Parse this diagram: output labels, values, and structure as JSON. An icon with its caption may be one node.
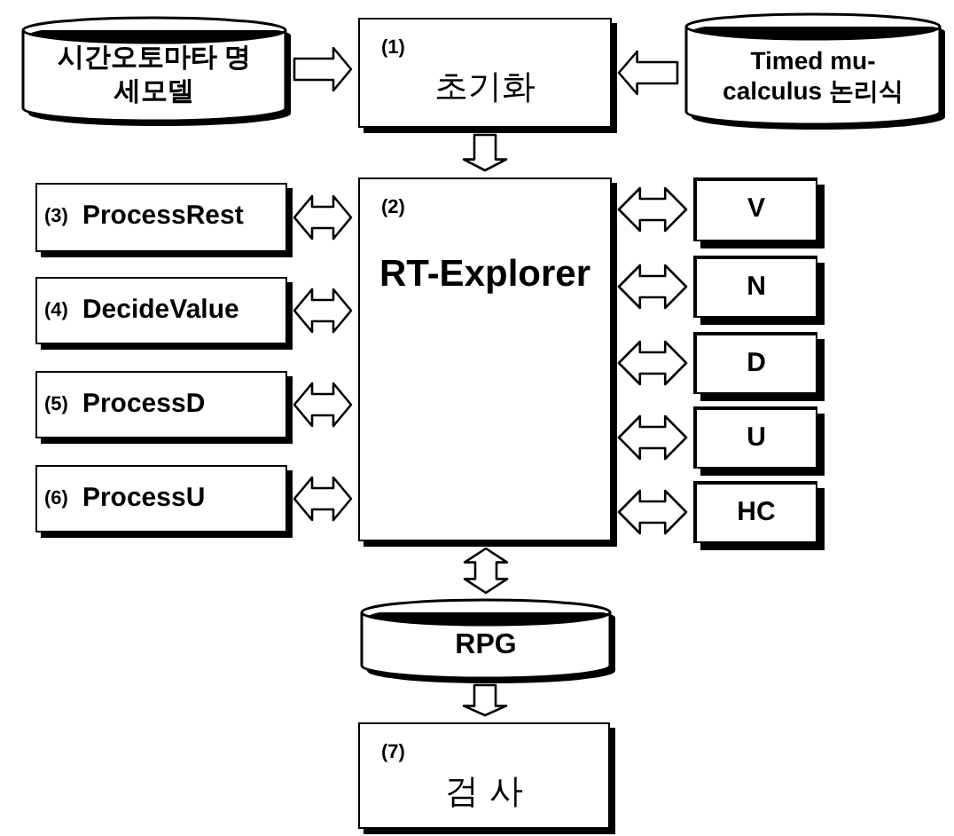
{
  "diagram": {
    "nodes": [
      {
        "text": [
          "시간오토마타 명세모델"
        ]
      },
      {
        "text": [
          "(1)",
          "초기화"
        ]
      },
      {
        "text": [
          "Timed mu-calculus 논리식"
        ]
      },
      {
        "text": [
          "(3)",
          "ProcessRest"
        ]
      },
      {
        "text": [
          "(4)",
          "DecideValue"
        ]
      },
      {
        "text": [
          "(5)",
          "ProcessD"
        ]
      },
      {
        "text": [
          "(6)",
          "ProcessU"
        ]
      },
      {
        "text": [
          "(2)",
          "RT-Explorer"
        ]
      },
      {
        "text": [
          "V"
        ]
      },
      {
        "text": [
          "N"
        ]
      },
      {
        "text": [
          "D"
        ]
      },
      {
        "text": [
          "U"
        ]
      },
      {
        "text": [
          "HC"
        ]
      },
      {
        "text": [
          "RPG"
        ]
      },
      {
        "text": [
          "(7)",
          "검 사"
        ]
      }
    ],
    "edges": [
      {
        "from": 0,
        "to": 1,
        "arrow": "to"
      },
      {
        "from": 2,
        "to": 1,
        "arrow": "to"
      },
      {
        "from": 1,
        "to": 7,
        "arrow": "to"
      },
      {
        "from": 3,
        "to": 7,
        "arrow": "both"
      },
      {
        "from": 4,
        "to": 7,
        "arrow": "both"
      },
      {
        "from": 5,
        "to": 7,
        "arrow": "both"
      },
      {
        "from": 6,
        "to": 7,
        "arrow": "both"
      },
      {
        "from": 7,
        "to": 8,
        "arrow": "both"
      },
      {
        "from": 7,
        "to": 9,
        "arrow": "both"
      },
      {
        "from": 7,
        "to": 10,
        "arrow": "both"
      },
      {
        "from": 7,
        "to": 11,
        "arrow": "both"
      },
      {
        "from": 7,
        "to": 12,
        "arrow": "both"
      },
      {
        "from": 7,
        "to": 13,
        "arrow": "both"
      },
      {
        "from": 13,
        "to": 14,
        "arrow": "to"
      }
    ]
  }
}
